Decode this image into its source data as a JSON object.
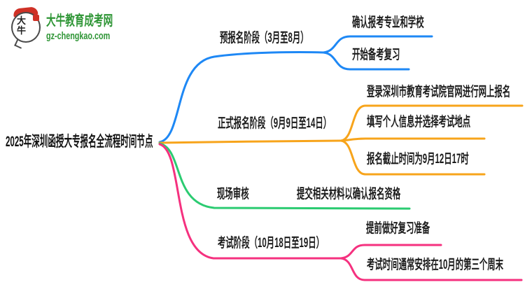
{
  "logo": {
    "bubble_text": "大牛",
    "site_name": "大牛教育成考网",
    "site_url": "gz-chengkao.com",
    "brand_green": "#2e9535",
    "brand_red": "#cf3126"
  },
  "mindmap": {
    "central": "2025年深圳函授大专报名全流程时间节点",
    "branches": [
      {
        "label": "预报名阶段（3月至8月）",
        "color": "#1e88f5",
        "children": [
          "确认报考专业和学校",
          "开始备考复习"
        ]
      },
      {
        "label": "正式报名阶段（9月9日至14日）",
        "color": "#f7a41b",
        "children": [
          "登录深圳市教育考试院官网进行网上报名",
          "填写个人信息并选择考试地点",
          "报名截止时间为9月12日17时"
        ]
      },
      {
        "label": "现场审核",
        "color": "#2bcb71",
        "children": [
          "提交相关材料以确认报名资格"
        ]
      },
      {
        "label": "考试阶段（10月18日至19日）",
        "color": "#f5317f",
        "children": [
          "提前做好复习准备",
          "考试时间通常安排在10月的第三个周末"
        ]
      }
    ]
  }
}
